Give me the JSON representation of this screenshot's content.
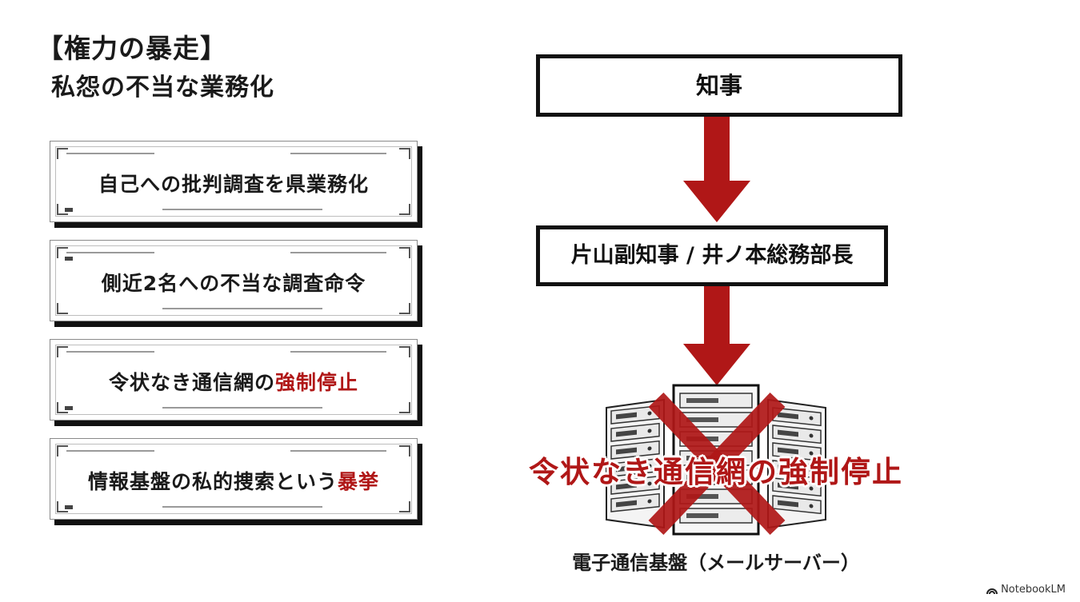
{
  "header": {
    "title": "【権力の暴走】",
    "subtitle": "私怨の不当な業務化"
  },
  "cards": [
    {
      "before": "自己への批判調査を県業務化",
      "highlight": ""
    },
    {
      "before": "側近2名への不当な調査命令",
      "highlight": ""
    },
    {
      "before": "令状なき通信網の",
      "highlight": "強制停止"
    },
    {
      "before": "情報基盤の私的捜索という",
      "highlight": "暴挙"
    }
  ],
  "flow": {
    "top": "知事",
    "middle": "片山副知事 / 井ノ本総務部長",
    "overlay": "令状なき通信網の強制停止",
    "caption": "電子通信基盤（メールサーバー）"
  },
  "brand": "NotebookLM",
  "colors": {
    "accent_red": "#b01717",
    "ink": "#111111"
  }
}
